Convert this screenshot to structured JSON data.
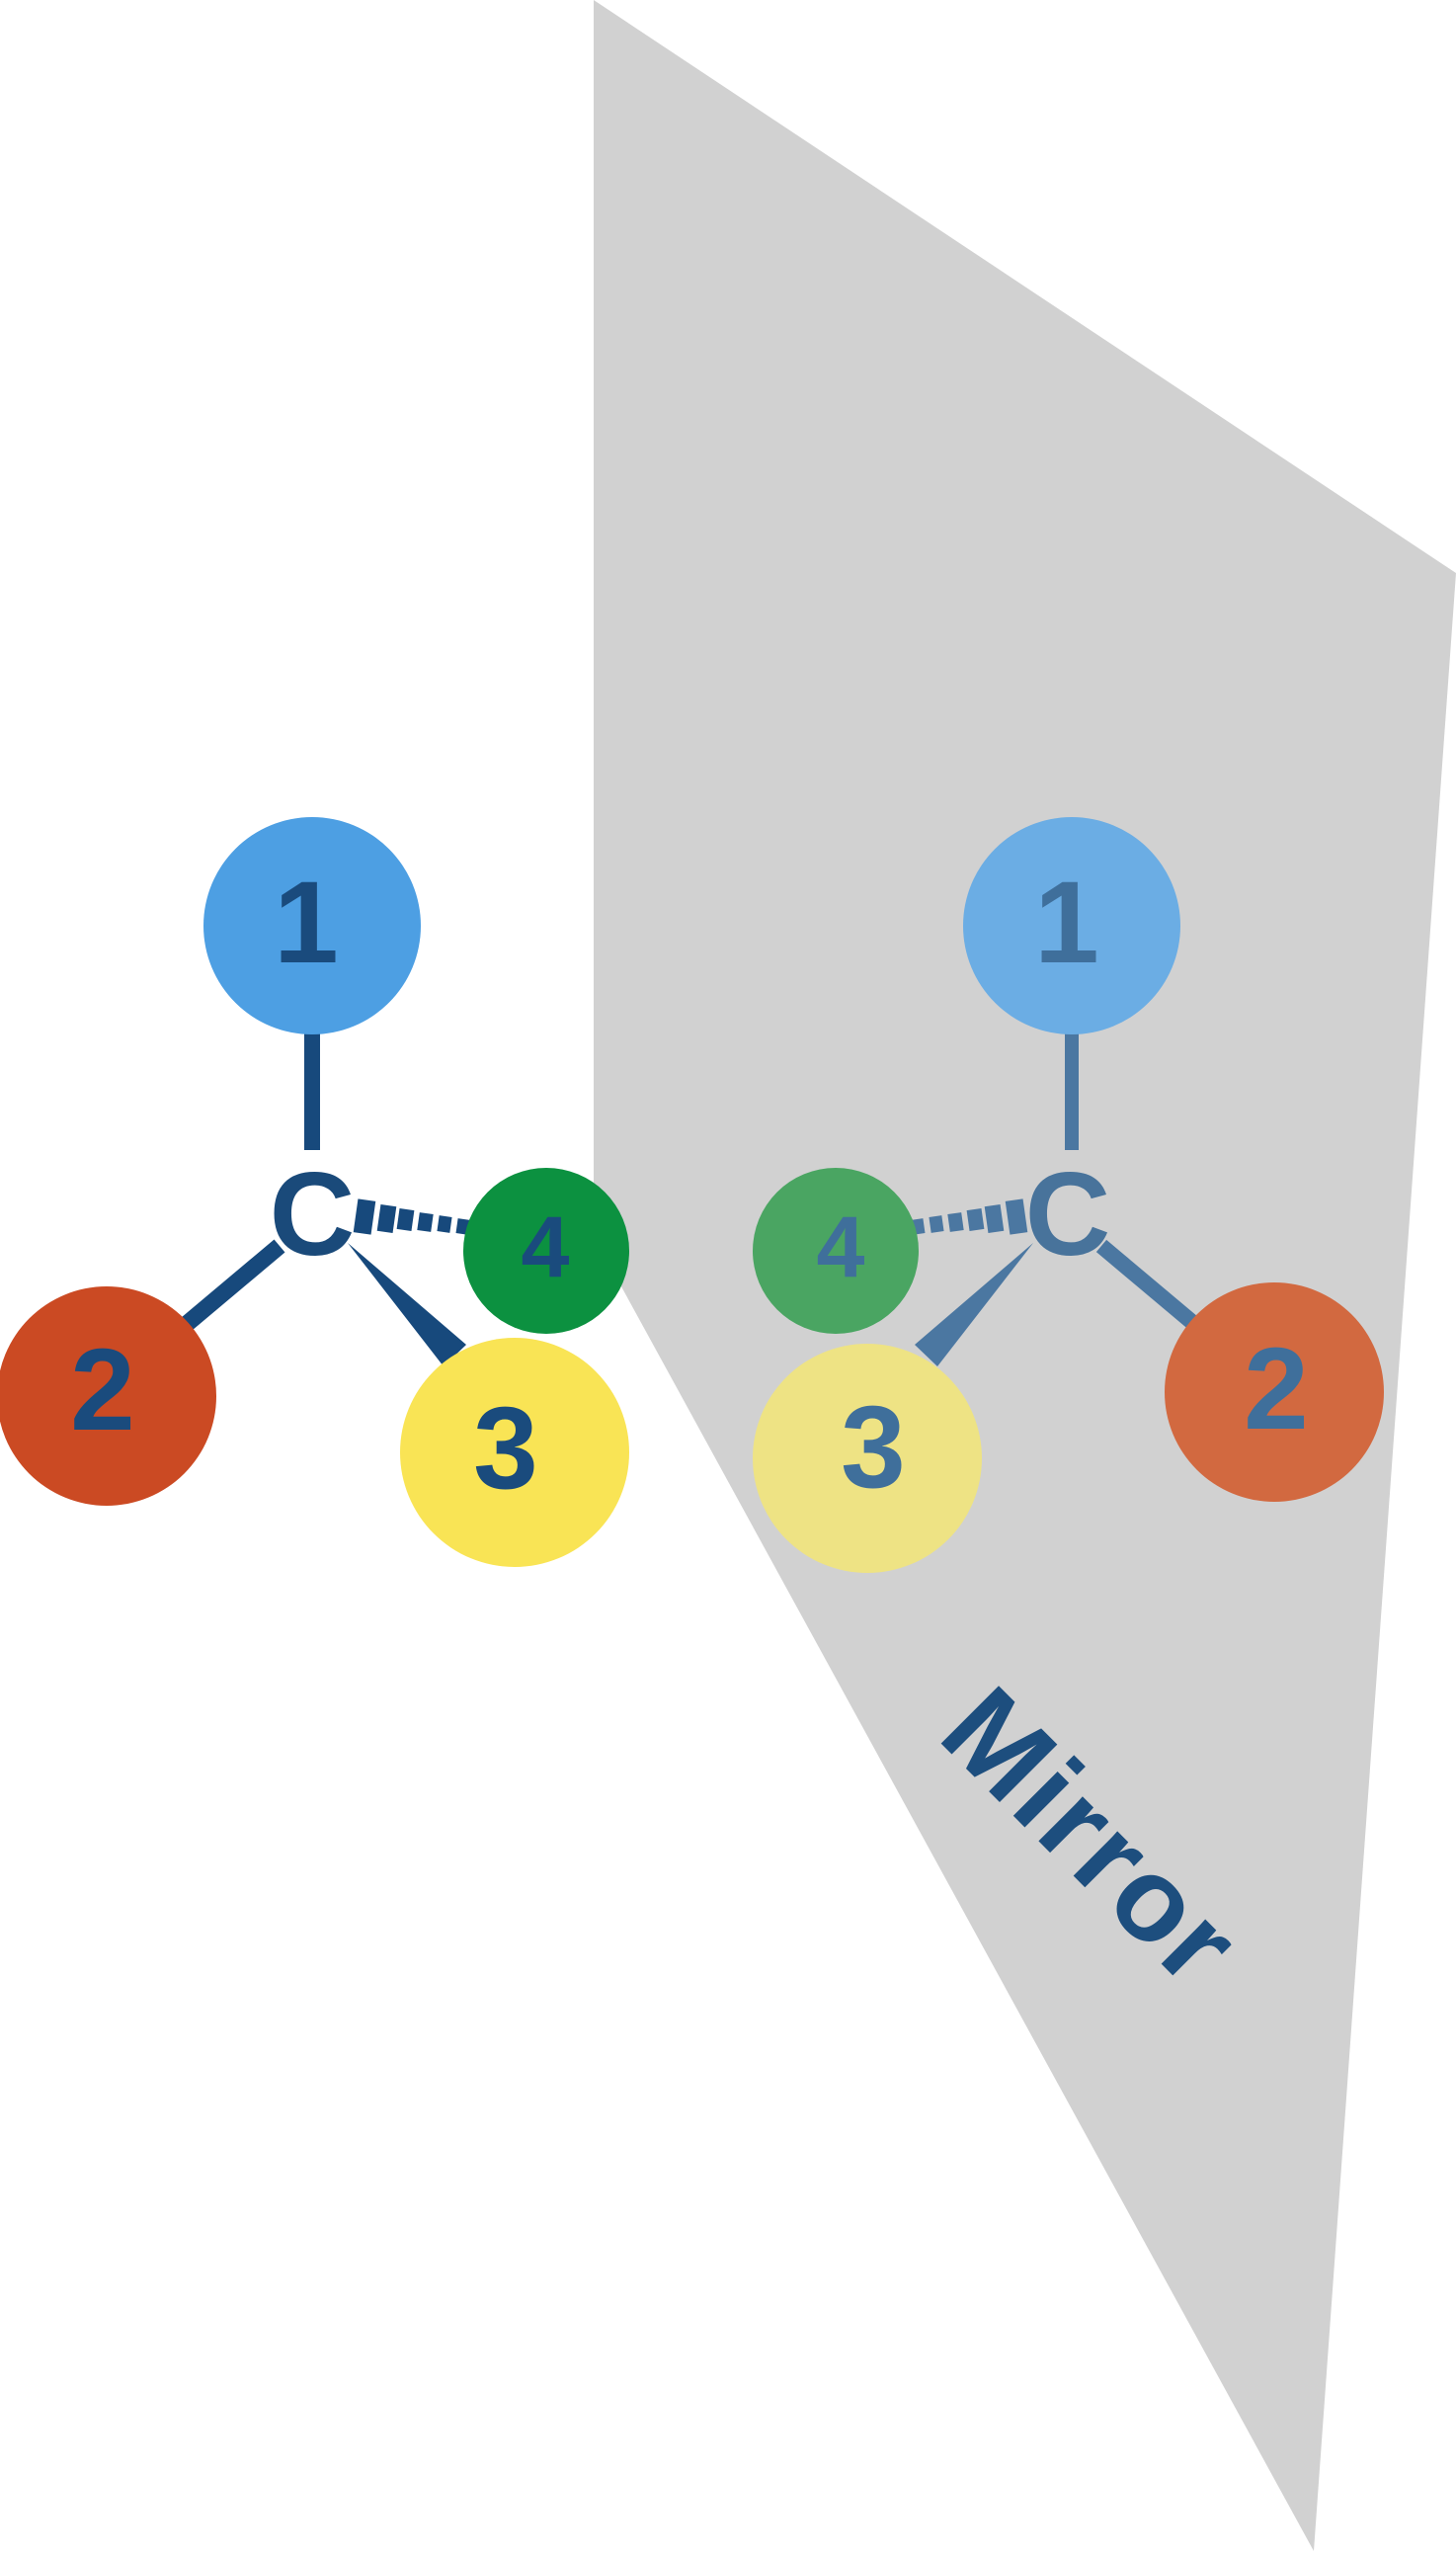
{
  "page": {
    "background": "#ffffff"
  },
  "mirror_plane": {
    "label": "Mirror",
    "fill": "#d1d1d1",
    "label_color": "#1d4e7e"
  },
  "palette": {
    "left": {
      "bond": "#17497c",
      "carbon": "#1a4a7a",
      "digit": "#1a4b7d",
      "blue": "#4d9fe3",
      "red": "#cb4a23",
      "yellow": "#f9e455",
      "green": "#0c9140"
    },
    "right": {
      "bond": "#4b77a1",
      "carbon": "#48739b",
      "digit": "#3f6f9b",
      "blue": "#6bade4",
      "orange": "#d26940",
      "yellow": "#eee384",
      "green": "#4aa562"
    }
  },
  "left_molecule": {
    "carbon_label": "C",
    "substituent_1": "1",
    "substituent_2": "2",
    "substituent_3": "3",
    "substituent_4": "4"
  },
  "right_molecule": {
    "carbon_label": "C",
    "substituent_1": "1",
    "substituent_2": "2",
    "substituent_3": "3",
    "substituent_4": "4"
  }
}
